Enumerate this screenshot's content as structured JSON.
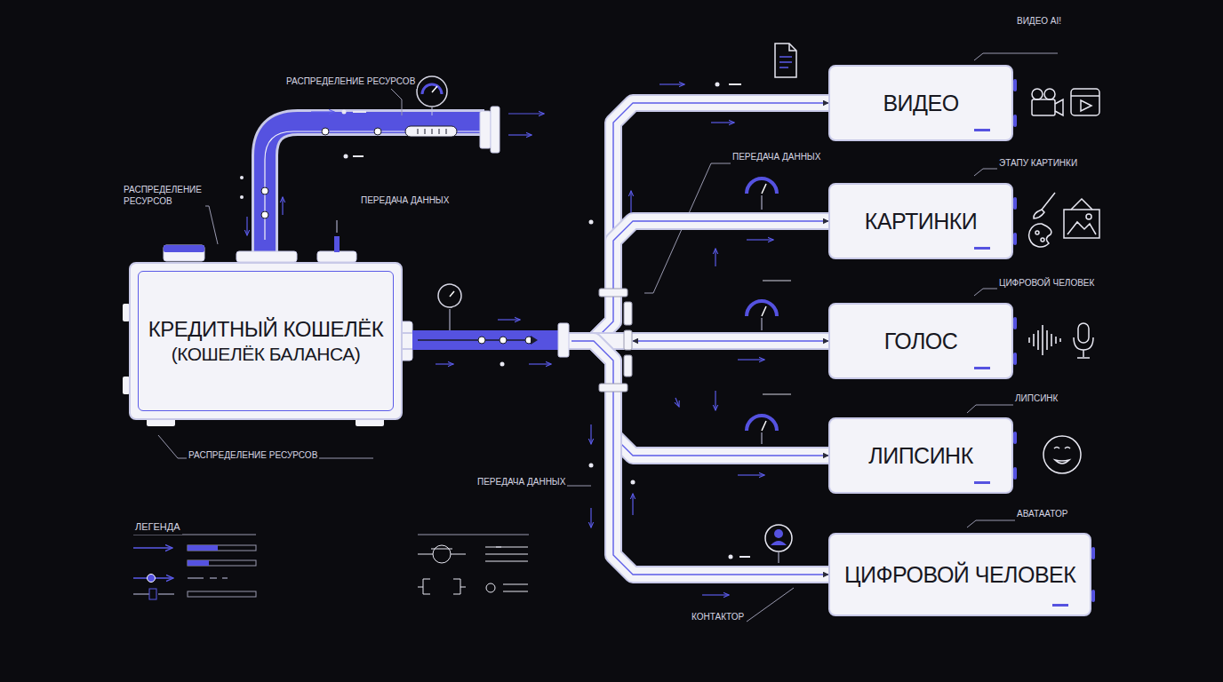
{
  "diagram": {
    "nodes": [
      {
        "text": [
          "КРЕДИТНЫЙ КОШЕЛЁК",
          "(КОШЕЛЁК БАЛАНСА)"
        ]
      },
      {
        "text": [
          "ВИДЕО"
        ]
      },
      {
        "text": [
          "КАРТИНКИ"
        ]
      },
      {
        "text": [
          "ГОЛОС"
        ]
      },
      {
        "text": [
          "ЛИПСИНК"
        ]
      },
      {
        "text": [
          "ЦИФРОВОЙ ЧЕЛОВЕК"
        ]
      }
    ],
    "edges": [
      {
        "from": 0,
        "to": 1,
        "arrow": "to"
      },
      {
        "from": 0,
        "to": 2,
        "arrow": "to"
      },
      {
        "from": 0,
        "to": 3,
        "arrow": "both"
      },
      {
        "from": 0,
        "to": 4,
        "arrow": "to"
      },
      {
        "from": 0,
        "to": 5,
        "arrow": "to"
      }
    ],
    "labels": [
      "РАСПРЕДЕЛЕНИЕ РЕСУРСОВ",
      "РАСПРЕДЕЛЕНИЕ РЕСУРСОВ",
      "ПЕРЕДАЧА ДАННЫХ",
      "РАСПРЕДЕЛЕНИЕ РЕСУРСОВ",
      "ПЕРЕДАЧА ДАННЫХ",
      "ПЕРЕДАЧА ДАННЫХ",
      "ВИДЕО AI!",
      "ЭТАПУ КАРТИНКИ",
      "ЦИФРОВОЙ ЧЕЛОВЕК",
      "ЛИПСИНК",
      "АВАТААТОР",
      "КОНТАКТОР",
      "ЛЕГЕНДА"
    ]
  }
}
